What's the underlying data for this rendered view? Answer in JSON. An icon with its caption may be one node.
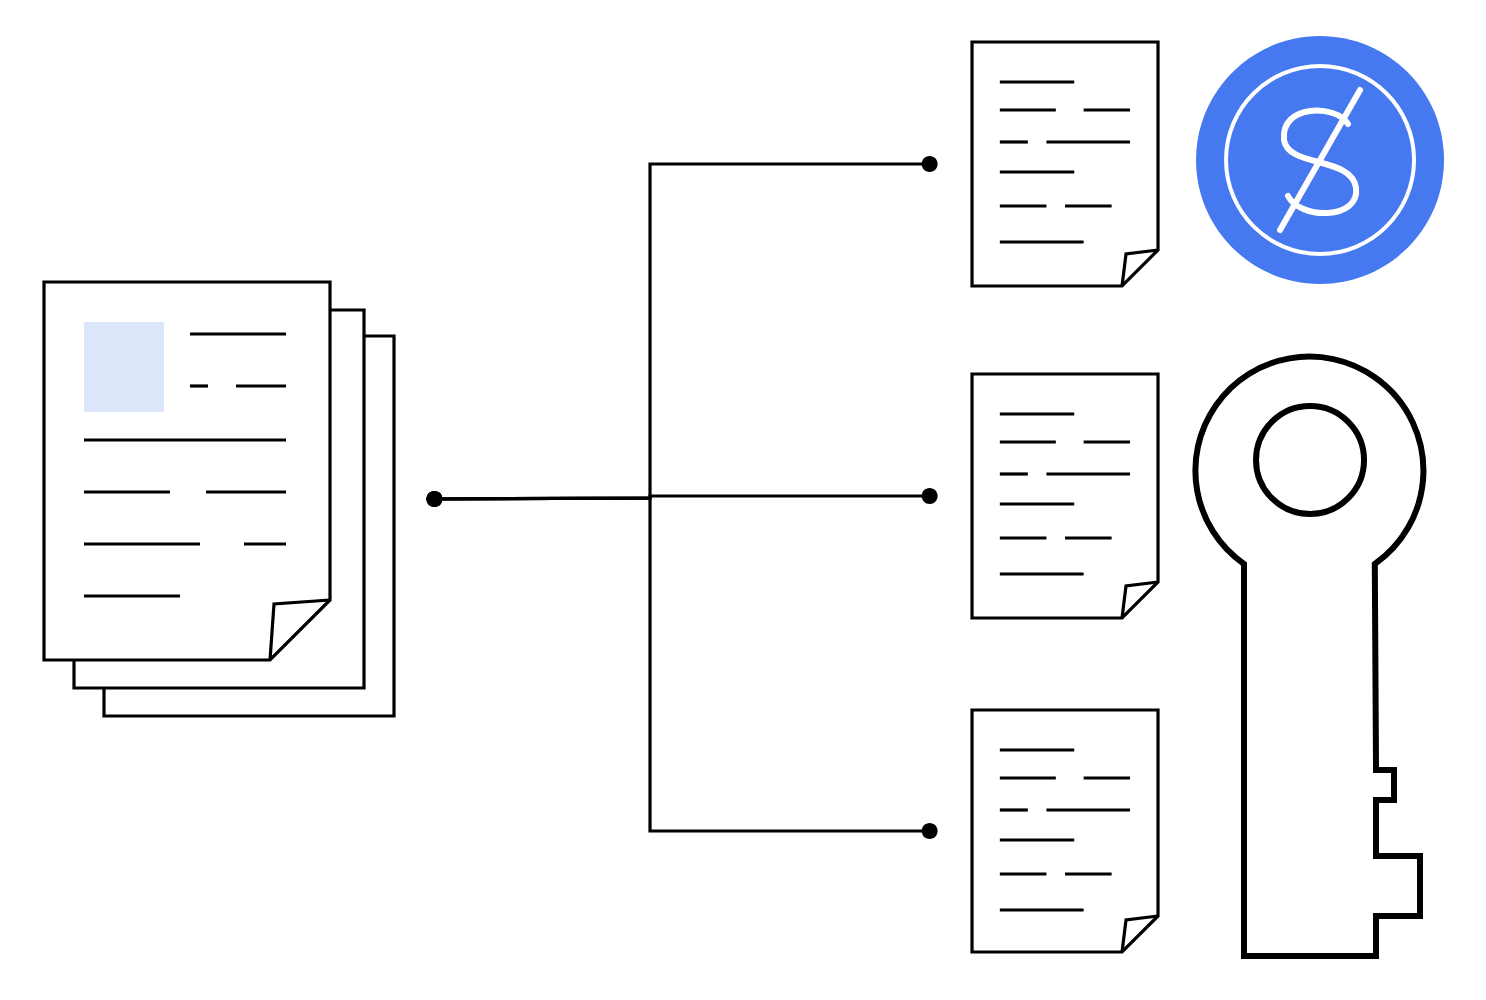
{
  "diagram": {
    "nodes": [
      {
        "text": [],
        "shape": "picture"
      },
      {
        "text": [],
        "shape": "picture"
      },
      {
        "text": [],
        "shape": "picture"
      },
      {
        "text": [],
        "shape": "picture"
      }
    ],
    "edges": [
      {
        "from": 0,
        "to": 1,
        "arrow": "other"
      },
      {
        "from": 0,
        "to": 2,
        "arrow": "other"
      },
      {
        "from": 0,
        "to": 3,
        "arrow": "other"
      }
    ]
  }
}
